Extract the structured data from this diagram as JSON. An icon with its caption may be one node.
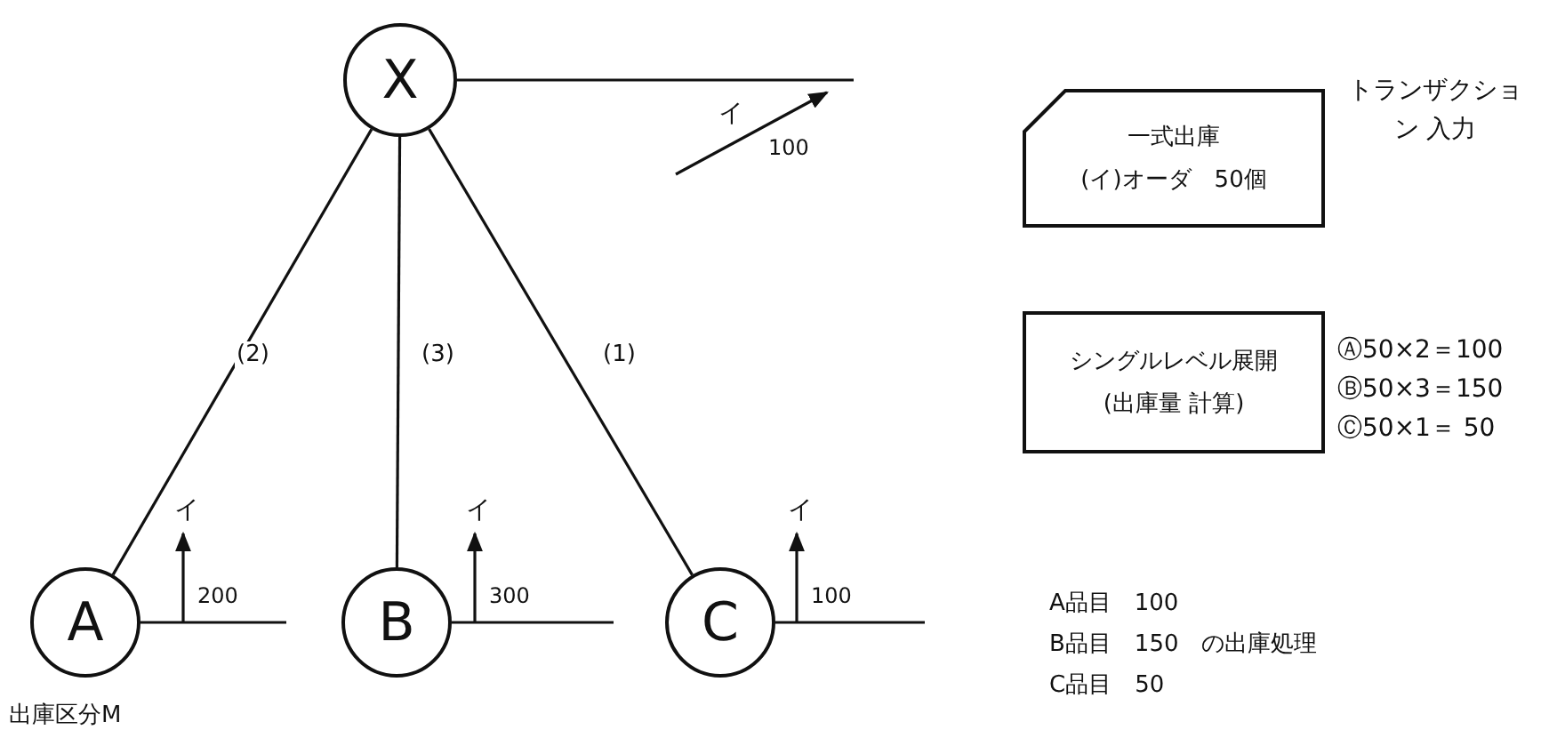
{
  "diagram": {
    "nodes": [
      {
        "text": [
          "X"
        ]
      },
      {
        "text": [
          "A"
        ],
        "beside": [
          "出庫区分M"
        ]
      },
      {
        "text": [
          "B"
        ]
      },
      {
        "text": [
          "C"
        ]
      },
      {
        "text": [
          "一式出庫",
          "(イ)オーダ　50個"
        ],
        "beside": [
          "トランザクション 入力"
        ]
      },
      {
        "text": [
          "シングルレベル展開",
          "(出庫量 計算)"
        ],
        "beside": [
          "Ⓐ50×2＝100",
          "Ⓑ50×3＝150",
          "Ⓒ50×1＝ 50"
        ]
      }
    ],
    "edges": [
      {
        "from": 0,
        "to": 1,
        "arrow": "none",
        "label": "(2)"
      },
      {
        "from": 0,
        "to": 2,
        "arrow": "none",
        "label": "(3)"
      },
      {
        "from": 0,
        "to": 3,
        "arrow": "none",
        "label": "(1)"
      },
      {
        "from": 0,
        "to": null,
        "arrow": "none"
      },
      {
        "from": 1,
        "to": null,
        "arrow": "none"
      },
      {
        "from": 2,
        "to": null,
        "arrow": "none"
      },
      {
        "from": 3,
        "to": null,
        "arrow": "none"
      }
    ],
    "labels": [
      "イ",
      "100",
      "イ",
      "200",
      "イ",
      "300",
      "イ",
      "100",
      "A品目　100",
      "B品目　150　の出庫処理",
      "C品目　50"
    ]
  }
}
